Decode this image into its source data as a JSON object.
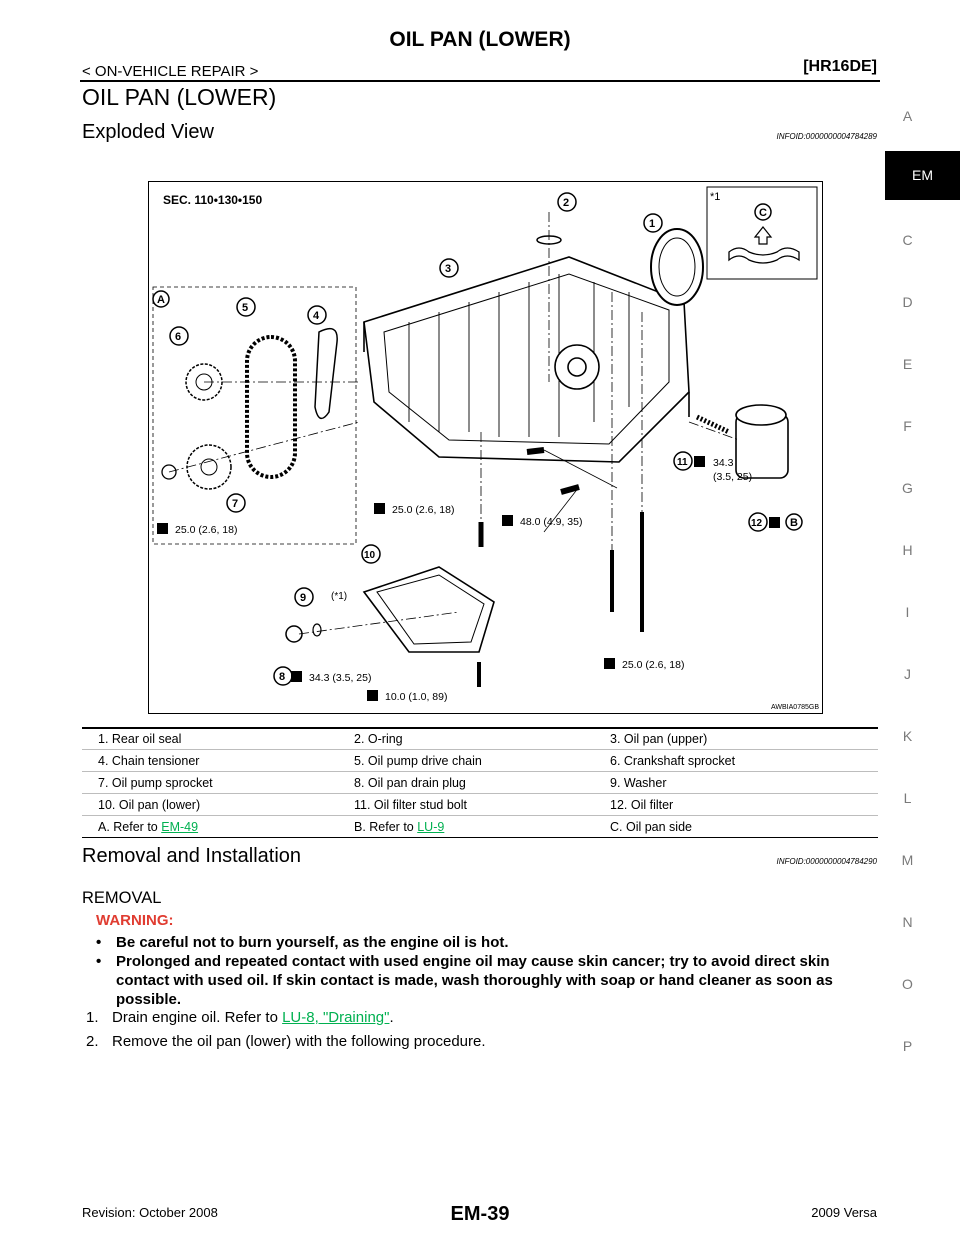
{
  "header": {
    "title": "OIL PAN (LOWER)",
    "section": "< ON-VEHICLE REPAIR >",
    "engine": "[HR16DE]"
  },
  "page_title": "OIL PAN (LOWER)",
  "exploded": {
    "heading": "Exploded View",
    "info_id": "INFOID:0000000004784289",
    "diagram": {
      "sec": "SEC. 110•130•150",
      "note_star": "*1",
      "code": "AWBIA0785GB",
      "callouts": {
        "n1": "1",
        "n2": "2",
        "n3": "3",
        "n4": "4",
        "n5": "5",
        "n6": "6",
        "n7": "7",
        "n8": "8",
        "n9": "9",
        "n10": "10",
        "n11": "11",
        "n12": "12",
        "A": "A",
        "B": "B",
        "C": "C",
        "star1": "(*1)"
      },
      "torques": {
        "t_a": "25.0 (2.6, 18)",
        "t_mid": "25.0 (2.6, 18)",
        "t_48": "48.0 (4.9, 35)",
        "t_343_a": "34.3",
        "t_343_b": "(3.5, 25)",
        "t_drain": "34.3 (3.5, 25)",
        "t_bottom": "25.0 (2.6, 18)",
        "t_10": "10.0 (1.0, 89)"
      }
    },
    "legend": [
      [
        "1. Rear oil seal",
        "2. O-ring",
        "3. Oil pan (upper)"
      ],
      [
        "4. Chain tensioner",
        "5. Oil pump drive chain",
        "6. Crankshaft sprocket"
      ],
      [
        "7. Oil pump sprocket",
        "8. Oil pan drain plug",
        "9. Washer"
      ],
      [
        "10. Oil pan (lower)",
        "11. Oil filter stud bolt",
        "12. Oil filter"
      ]
    ],
    "legend_last": {
      "a_prefix": "A. Refer to ",
      "a_link": "EM-49",
      "b_prefix": "B. Refer to ",
      "b_link": "LU-9",
      "c_text": "C. Oil pan side"
    }
  },
  "removal": {
    "heading": "Removal and Installation",
    "info_id": "INFOID:0000000004784290",
    "sub": "REMOVAL",
    "warning_label": "WARNING:",
    "warnings": [
      "Be careful not to burn yourself, as the engine oil is hot.",
      "Prolonged and repeated contact with used engine oil may cause skin cancer; try to avoid direct skin contact with used oil. If skin contact is made, wash thoroughly with soap or hand cleaner as soon as possible."
    ],
    "step1_num": "1.",
    "step1_text": "Drain engine oil. Refer to ",
    "step1_link": "LU-8, \"Draining\"",
    "step1_end": ".",
    "step2_num": "2.",
    "step2_text": "Remove the oil pan (lower) with the following procedure."
  },
  "sidebar": {
    "active": "EM",
    "letters": [
      "A",
      "C",
      "D",
      "E",
      "F",
      "G",
      "H",
      "I",
      "J",
      "K",
      "L",
      "M",
      "N",
      "O",
      "P"
    ]
  },
  "footer": {
    "revision": "Revision: October 2008",
    "page": "EM-39",
    "model": "2009 Versa"
  },
  "colors": {
    "link": "#00b050",
    "warning": "#e03c31",
    "active_tab": "#000000"
  }
}
